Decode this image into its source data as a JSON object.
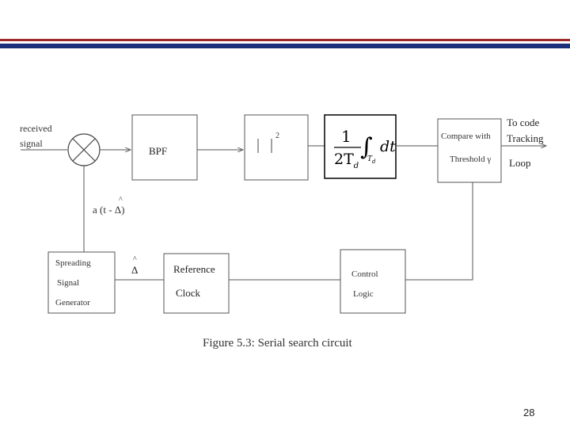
{
  "diagram": {
    "input_label_1": "received",
    "input_label_2": "signal",
    "bpf_label": "BPF",
    "square_exponent": "2",
    "integrator_numerator": "1",
    "integrator_denominator": "2T",
    "integrator_denominator_sub": "d",
    "integrator_limit": "T",
    "integrator_limit_sub": "d",
    "integrator_dt": "dt",
    "compare_line_1": "Compare with",
    "compare_line_2": "Threshold",
    "threshold_symbol": "γ",
    "output_line_1": "To code",
    "output_line_2": "Tracking",
    "output_line_3": "Loop",
    "feedback_label": "a (t -",
    "feedback_delta": "Δ)",
    "spreading_line_1": "Spreading",
    "spreading_line_2": "Signal",
    "spreading_line_3": "Generator",
    "delta_label": "Δ",
    "hat_symbol": "^",
    "reference_line_1": "Reference",
    "reference_line_2": "Clock",
    "control_line_1": "Control",
    "control_line_2": "Logic"
  },
  "caption": "Figure 5.3: Serial search circuit",
  "page_number": "28"
}
